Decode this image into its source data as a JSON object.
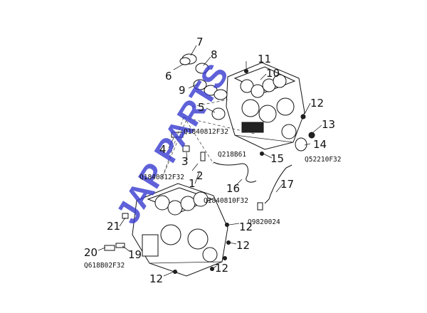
{
  "watermark": "JAP PARTS",
  "callouts": {
    "n1": "1",
    "n2": "2",
    "n3": "3",
    "n4": "4",
    "n5": "5",
    "n6": "6",
    "n7": "7",
    "n8": "8",
    "n9": "9",
    "n10": "10",
    "n11": "11",
    "n12a": "12",
    "n12b": "12",
    "n12c": "12",
    "n12d": "12",
    "n12e": "12",
    "n13": "13",
    "n14": "14",
    "n15": "15",
    "n16": "16",
    "n17": "17",
    "n19": "19",
    "n20": "20",
    "n21": "21"
  },
  "part_codes": {
    "c1": "Q1840812F32",
    "c2": "Q218B61",
    "c3": "Q52210F32",
    "c4": "Q1840812F32",
    "c5": "Q1840810F32",
    "c6": "Q9820024",
    "c7": "Q618B02F32"
  }
}
